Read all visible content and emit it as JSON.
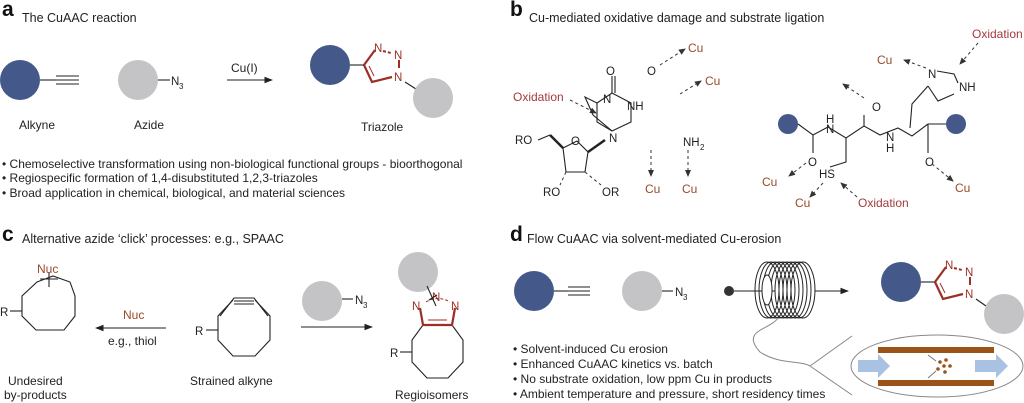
{
  "colors": {
    "alkyne_blue": "#44598a",
    "azide_gray": "#c4c4c6",
    "triazole_red": "#9b2f26",
    "cu_brown": "#9a4a28",
    "oxidation_red": "#a33a3e",
    "flow_arrow_blue": "#a9c1e2",
    "tube_brown": "#9a5418"
  },
  "panel_a": {
    "letter": "a",
    "title": "The CuAAC reaction",
    "alkyne_label": "Alkyne",
    "azide_label": "Azide",
    "azide_group": "N",
    "azide_sub": "3",
    "catalyst": "Cu(I)",
    "product_label": "Triazole",
    "triazole_atoms": [
      "N",
      "N",
      "N"
    ],
    "bullets": [
      "Chemoselective transformation using non-biological functional groups - bioorthogonal",
      "Regiospecific formation of 1,4-disubstituted 1,2,3-triazoles",
      "Broad application in chemical, biological, and material sciences"
    ]
  },
  "panel_b": {
    "letter": "b",
    "title": "Cu-mediated oxidative damage and substrate ligation",
    "cu_label": "Cu",
    "oxidation_label": "Oxidation",
    "nucleoside_atoms": {
      "O_carbonyl": "O",
      "NH": "NH",
      "N7": "N",
      "N9": "N",
      "N3": "N",
      "NH2": "NH",
      "NH2_sub": "2",
      "ring_O": "O",
      "RO_5": "RO",
      "RO_3": "RO",
      "OR_2": "OR"
    },
    "peptide_atoms": {
      "H_top": "H",
      "N_left": "N",
      "O_top": "O",
      "N_mid": "N",
      "H_mid": "H",
      "O_left": "O",
      "O_right": "O",
      "HS": "HS",
      "N_imid": "N",
      "NH_imid": "NH"
    }
  },
  "panel_c": {
    "letter": "c",
    "title": "Alternative azide ‘click’ processes: e.g., SPAAC",
    "nuc_label": "Nuc",
    "reagent_nuc": "Nuc",
    "reagent_example": "e.g., thiol",
    "r_label": "R",
    "byproduct_label_line1": "Undesired",
    "byproduct_label_line2": "by-products",
    "strained_label": "Strained alkyne",
    "azide_group": "N",
    "azide_sub": "3",
    "regio_label": "Regioisomers",
    "triazole_atoms": [
      "N",
      "N",
      "N"
    ]
  },
  "panel_d": {
    "letter": "d",
    "title": "Flow CuAAC via solvent-mediated Cu-erosion",
    "azide_group": "N",
    "azide_sub": "3",
    "triazole_atoms": [
      "N",
      "N",
      "N"
    ],
    "bullets": [
      "Solvent-induced Cu erosion",
      "Enhanced CuAAC kinetics vs. batch",
      "No substrate oxidation, low ppm Cu in products",
      "Ambient temperature and pressure, short residency times"
    ]
  }
}
